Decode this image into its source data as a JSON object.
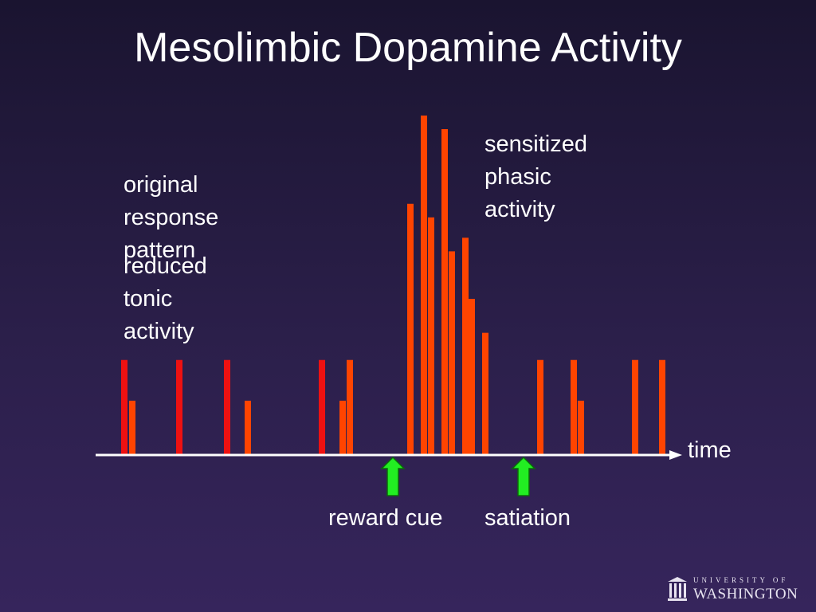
{
  "title": "Mesolimbic Dopamine Activity",
  "labels": {
    "original": "original\nresponse\npattern",
    "reduced": "reduced\ntonic\nactivity",
    "sensitized": "sensitized\nphasic\nactivity",
    "time": "time",
    "reward_cue": "reward cue",
    "satiation": "satiation"
  },
  "logo": {
    "top": "UNIVERSITY OF",
    "bottom": "WASHINGTON"
  },
  "colors": {
    "original": "#ee1111",
    "sensitized": "#ff4400",
    "axis": "#ffffff",
    "arrow_fill": "#22ee22",
    "arrow_stroke": "#0a6a0a"
  },
  "chart_data": {
    "type": "bar",
    "xlabel": "time",
    "ylim": [
      0,
      10
    ],
    "series": [
      {
        "name": "original response pattern",
        "events": [
          {
            "t": 156,
            "h": 2.8
          },
          {
            "t": 225,
            "h": 2.8
          },
          {
            "t": 285,
            "h": 2.8
          },
          {
            "t": 404,
            "h": 2.8
          }
        ]
      },
      {
        "name": "reduced tonic activity / sensitized phasic activity",
        "events": [
          {
            "t": 166,
            "h": 1.6
          },
          {
            "t": 311,
            "h": 1.6
          },
          {
            "t": 430,
            "h": 1.6
          },
          {
            "t": 439,
            "h": 2.8
          },
          {
            "t": 515,
            "h": 7.4
          },
          {
            "t": 532,
            "h": 10.0
          },
          {
            "t": 541,
            "h": 7.0
          },
          {
            "t": 558,
            "h": 9.6
          },
          {
            "t": 567,
            "h": 6.0
          },
          {
            "t": 584,
            "h": 6.4
          },
          {
            "t": 592,
            "h": 4.6
          },
          {
            "t": 609,
            "h": 3.6
          },
          {
            "t": 678,
            "h": 2.8
          },
          {
            "t": 720,
            "h": 2.8
          },
          {
            "t": 729,
            "h": 1.6
          },
          {
            "t": 797,
            "h": 2.8
          },
          {
            "t": 831,
            "h": 2.8
          }
        ]
      }
    ],
    "markers": [
      {
        "label": "reward cue",
        "t": 493
      },
      {
        "label": "satiation",
        "t": 657
      }
    ]
  }
}
